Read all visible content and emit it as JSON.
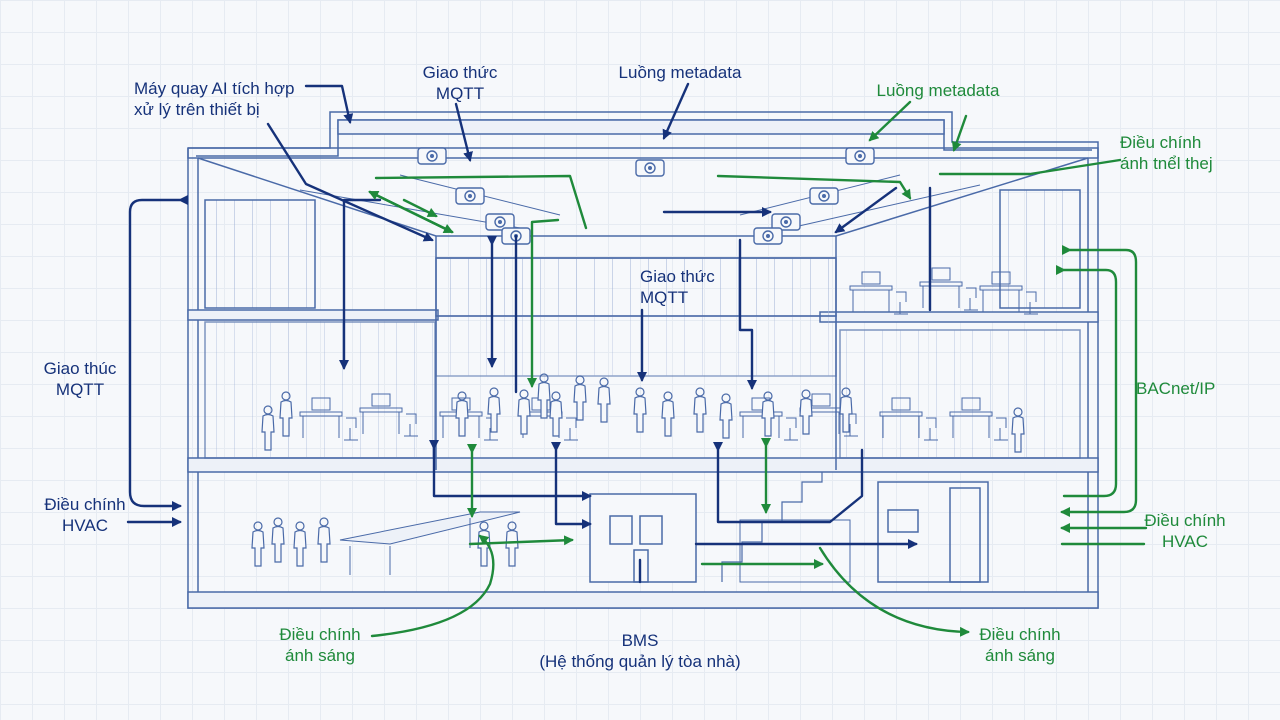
{
  "labels": {
    "ai_camera": [
      "Máy quay AI tích hợp",
      "xử lý trên thiết bị"
    ],
    "mqtt_top": [
      "Giao thức",
      "MQTT"
    ],
    "metadata_blue": "Luồng metadata",
    "metadata_green": "Luồng metadata",
    "light_adjust_top_right": [
      "Điều chính",
      "ánh tnểl thej"
    ],
    "mqtt_center": [
      "Giao thức",
      "MQTT"
    ],
    "mqtt_left": [
      "Giao thúc",
      "MQTT"
    ],
    "bacnet": "BACnet/IP",
    "hvac_left": [
      "Điều chính",
      "HVAC"
    ],
    "hvac_right": [
      "Điều chính",
      "HVAC"
    ],
    "light_bottom_left": [
      "Điều chính",
      "ánh sáng"
    ],
    "light_bottom_right": [
      "Điều chính",
      "ánh sáng"
    ],
    "bms": [
      "BMS",
      "(Hệ thống quản lý tòa nhà)"
    ]
  },
  "colors": {
    "blue_flow": "#16327a",
    "green_flow": "#1f8a3b",
    "sketch": "#4a6aa8",
    "background": "#f6f8fb"
  }
}
